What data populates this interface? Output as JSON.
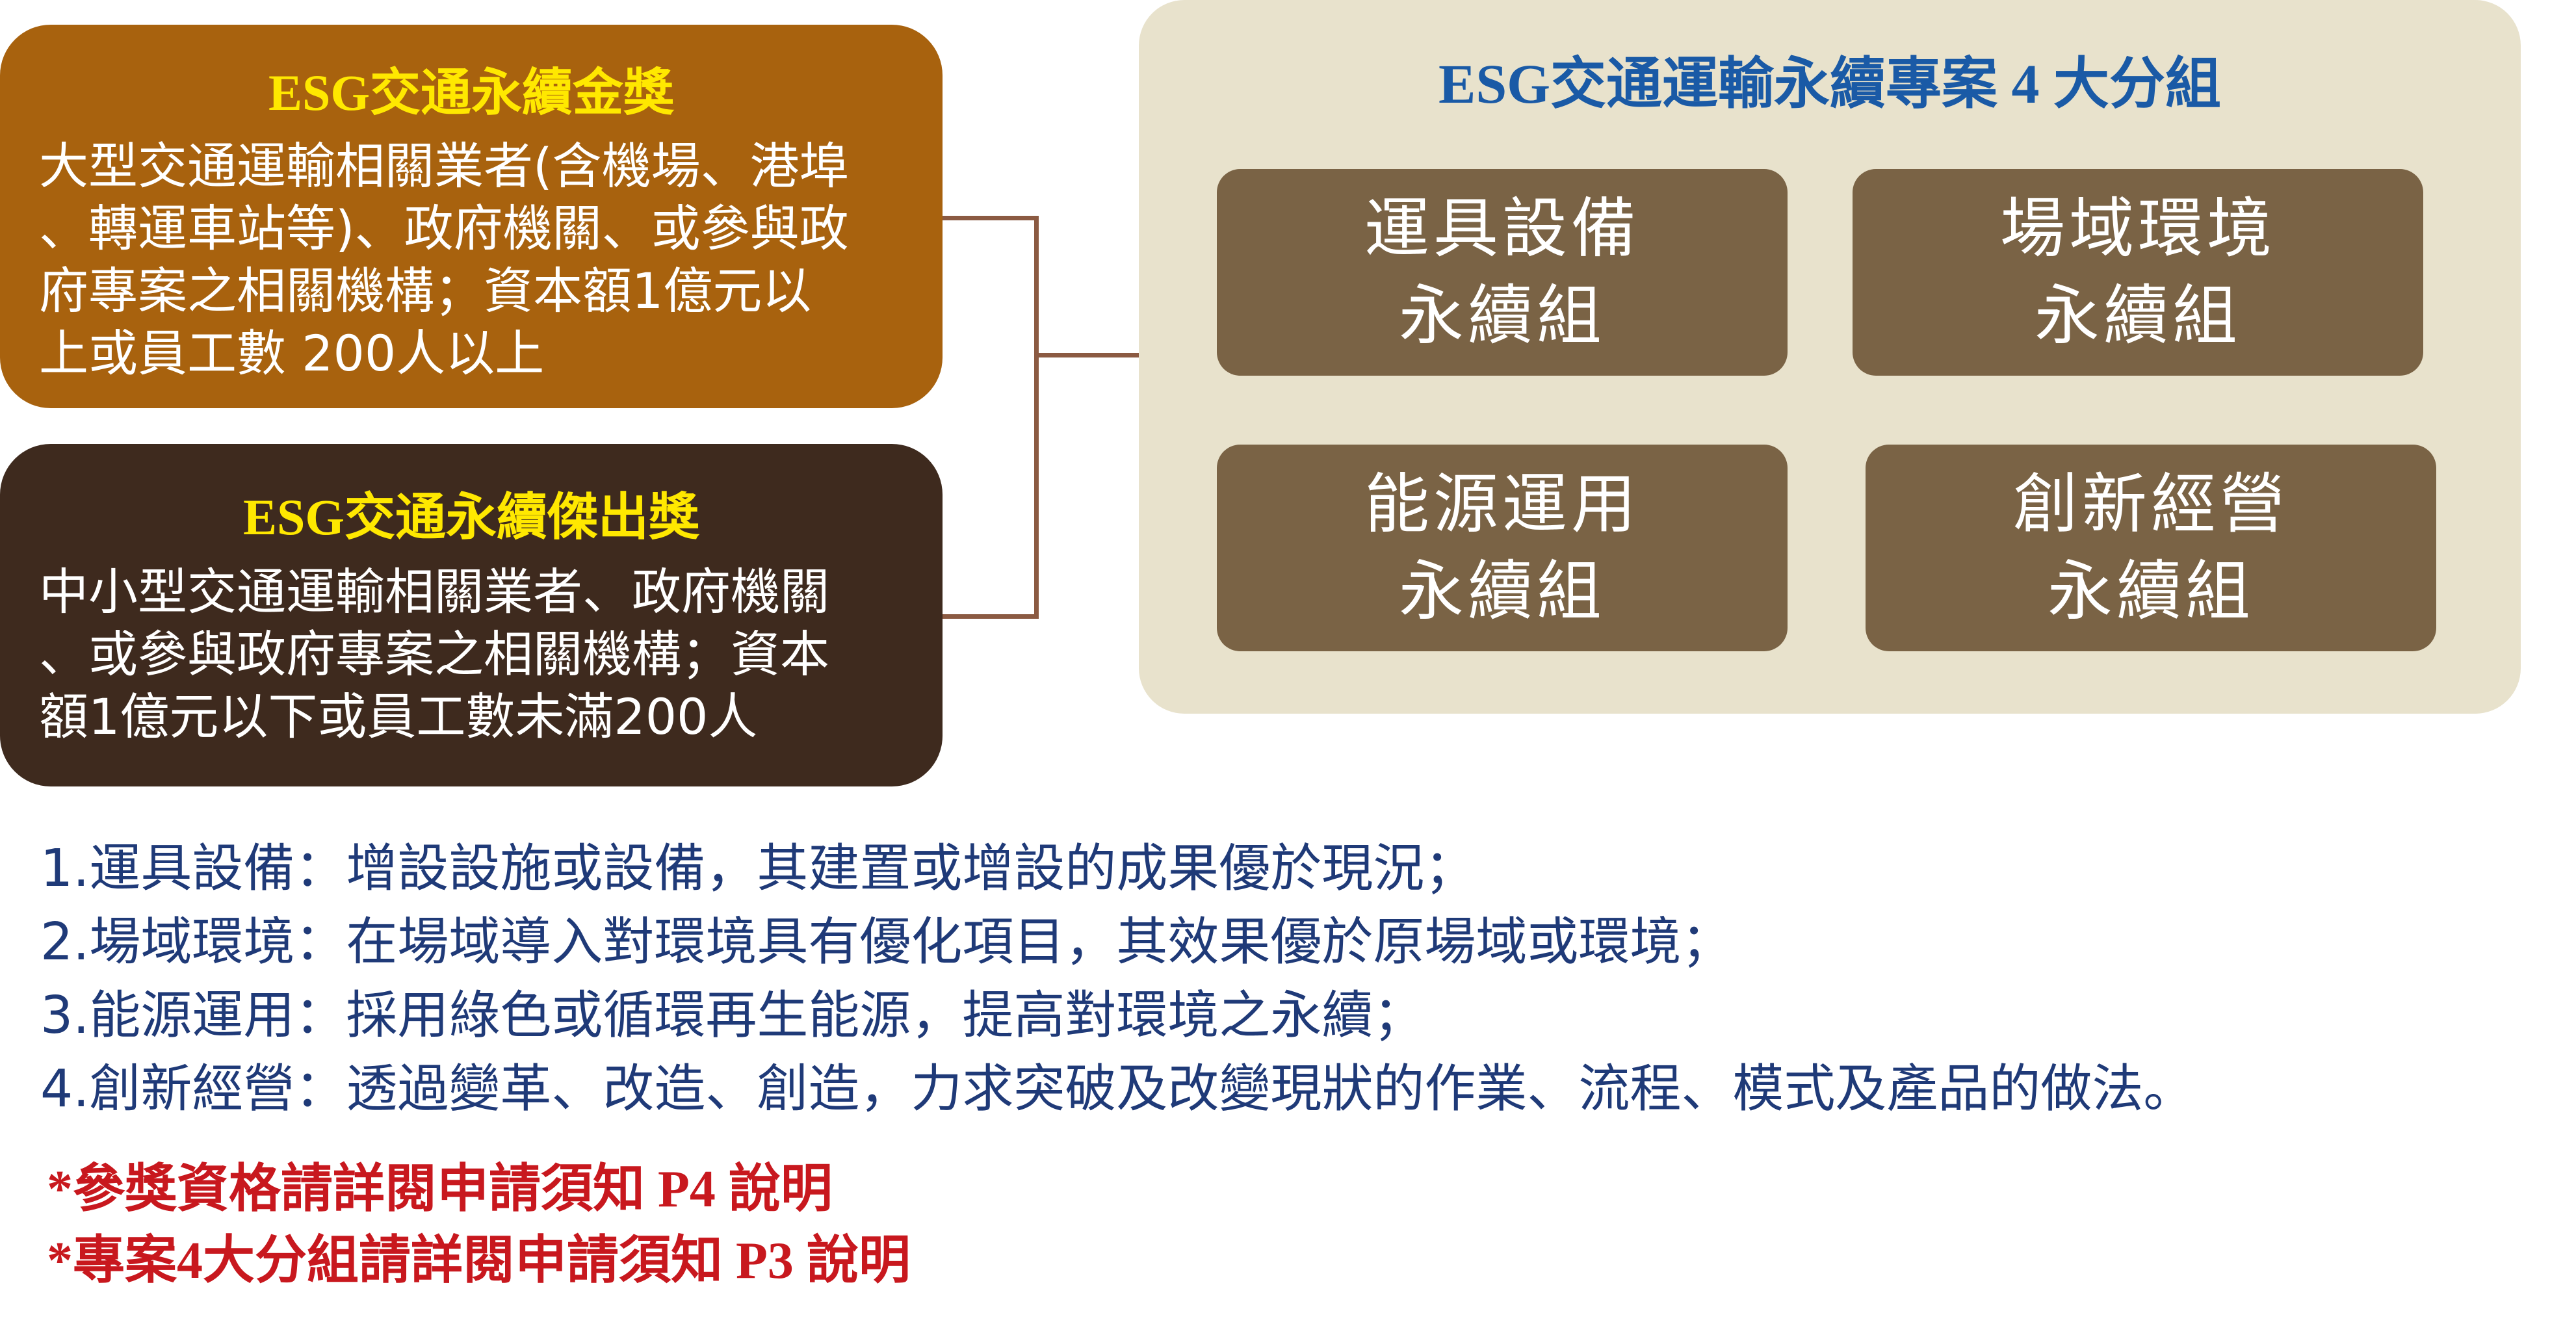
{
  "gold_award": {
    "title": "ESG交通永續金獎",
    "lines": [
      "大型交通運輸相關業者(含機場、港埠",
      "、轉運車站等)、政府機關、或參與政",
      "府專案之相關機構；資本額1億元以",
      "上或員工數 200人以上"
    ]
  },
  "excellence_award": {
    "title": "ESG交通永續傑出獎",
    "lines": [
      "中小型交通運輸相關業者、政府機關",
      "、或參與政府專案之相關機構；資本",
      "額1億元以下或員工數未滿200人"
    ]
  },
  "groups": {
    "title": "ESG交通運輸永續專案 4 大分組",
    "items": [
      {
        "line1": "運具設備",
        "line2": "永續組"
      },
      {
        "line1": "場域環境",
        "line2": "永續組"
      },
      {
        "line1": "能源運用",
        "line2": "永續組"
      },
      {
        "line1": "創新經營",
        "line2": "永續組"
      }
    ]
  },
  "definitions": [
    "1.運具設備：增設設施或設備，其建置或增設的成果優於現況；",
    "2.場域環境：在場域導入對環境具有優化項目，其效果優於原場域或環境；",
    "3.能源運用：採用綠色或循環再生能源，提高對環境之永續；",
    "4.創新經營：透過變革、改造、創造，力求突破及改變現狀的作業、流程、模式及產品的做法。"
  ],
  "notes": [
    "*參獎資格請詳閱申請須知 P4 說明",
    "*專案4大分組請詳閱申請須知 P3 說明"
  ],
  "colors": {
    "gold_box": "#a8620e",
    "excellence_box": "#3e2a1e",
    "award_title": "#ffe800",
    "panel_bg": "#e8e2cc",
    "group_card": "#7a6345",
    "groups_title": "#1a5aa6",
    "definitions_text": "#1f3a78",
    "notes_text": "#c8181e",
    "connector": "#8b5a42"
  }
}
